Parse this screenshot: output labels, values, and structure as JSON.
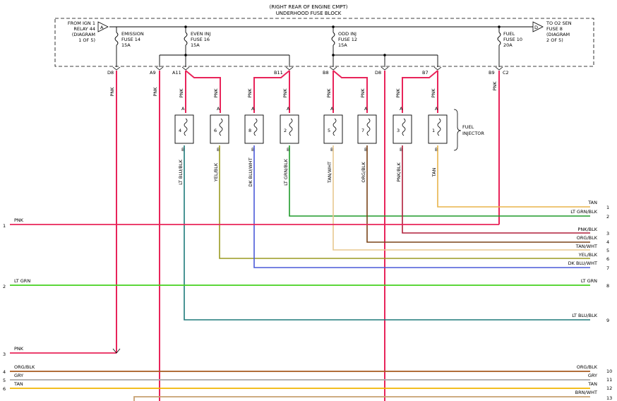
{
  "header": {
    "line1": "(RIGHT REAR OF ENGINE CMPT)",
    "line2": "UNDERHOOD FUSE BLOCK"
  },
  "from_ign": {
    "lines": [
      "FROM IGN 1",
      "RELAY 44",
      "(DIAGRAM",
      "1 OF 5)"
    ],
    "arrow": "A"
  },
  "to_o2": {
    "lines": [
      "TO O2 SEN",
      "FUSE 8",
      "(DIAGRAM",
      "2 OF 5)"
    ],
    "arrow": "D"
  },
  "fuses": [
    {
      "lines": [
        "EMISSION",
        "FUSE 14",
        "15A"
      ]
    },
    {
      "lines": [
        "EVEN INJ",
        "FUSE 16",
        "15A"
      ]
    },
    {
      "lines": [
        "ODD INJ",
        "FUSE 12",
        "15A"
      ]
    },
    {
      "lines": [
        "FUEL",
        "FUSE 10",
        "20A"
      ]
    }
  ],
  "connectors": [
    "D8",
    "A9",
    "A11",
    "B11",
    "B8",
    "D8",
    "B7",
    "B9",
    "C2"
  ],
  "wire_pnk_top": "PNK",
  "injectors": [
    {
      "num": "4",
      "top_wire": "PNK",
      "bottom_wire": "LT BLU/BLK"
    },
    {
      "num": "6",
      "top_wire": "PNK",
      "bottom_wire": "YEL/BLK"
    },
    {
      "num": "8",
      "top_wire": "PNK",
      "bottom_wire": "DK BLU/WHT"
    },
    {
      "num": "2",
      "top_wire": "PNK",
      "bottom_wire": "LT GRN/BLK"
    },
    {
      "num": "5",
      "top_wire": "PNK",
      "bottom_wire": "TAN/WHT"
    },
    {
      "num": "7",
      "top_wire": "PNK",
      "bottom_wire": "ORG/BLK"
    },
    {
      "num": "3",
      "top_wire": "PNK",
      "bottom_wire": "PNK/BLK"
    },
    {
      "num": "1",
      "top_wire": "PNK",
      "bottom_wire": "TAN"
    }
  ],
  "pin_a": "A",
  "pin_b": "B",
  "fuel_injector_label": [
    "FUEL",
    "INJECTOR"
  ],
  "left_wires": [
    {
      "num": "1",
      "label": "PNK",
      "color": "#e8245a"
    },
    {
      "num": "2",
      "label": "LT GRN",
      "color": "#44d11e"
    },
    {
      "num": "3",
      "label": "PNK",
      "color": "#e8245a"
    },
    {
      "num": "4",
      "label": "ORG/BLK",
      "color": "#a65a1e"
    },
    {
      "num": "5",
      "label": "GRY",
      "color": "#a8a8a8"
    },
    {
      "num": "6",
      "label": "TAN",
      "color": "#f0b400"
    }
  ],
  "right_wires": [
    {
      "num": "1",
      "label": "TAN",
      "color": "#e8b44a"
    },
    {
      "num": "2",
      "label": "LT GRN/BLK",
      "color": "#1e9a2a"
    },
    {
      "num": "3",
      "label": "PNK/BLK",
      "color": "#b01e3a"
    },
    {
      "num": "4",
      "label": "ORG/BLK",
      "color": "#7a4418"
    },
    {
      "num": "",
      "label": "TAN/WHT",
      "color": "#e8c890"
    },
    {
      "num": "5",
      "label": "YEL/BLK",
      "color": "#9a9a20"
    },
    {
      "num": "6",
      "label": "DK BLU/WHT",
      "color": "#4a5ad8"
    },
    {
      "num": "7",
      "label": "",
      "color": ""
    },
    {
      "num": "8",
      "label": "LT GRN",
      "color": "#44d11e"
    },
    {
      "num": "9",
      "label": "LT BLU/BLK",
      "color": "#1e7a7a"
    },
    {
      "num": "10",
      "label": "ORG/BLK",
      "color": "#a65a1e"
    },
    {
      "num": "11",
      "label": "GRY",
      "color": "#a8a8a8"
    },
    {
      "num": "12",
      "label": "TAN",
      "color": "#f0b400"
    },
    {
      "num": "",
      "label": "BRN/WHT",
      "color": "#8a5a30"
    },
    {
      "num": "13",
      "label": "",
      "color": "#c8a070"
    }
  ]
}
